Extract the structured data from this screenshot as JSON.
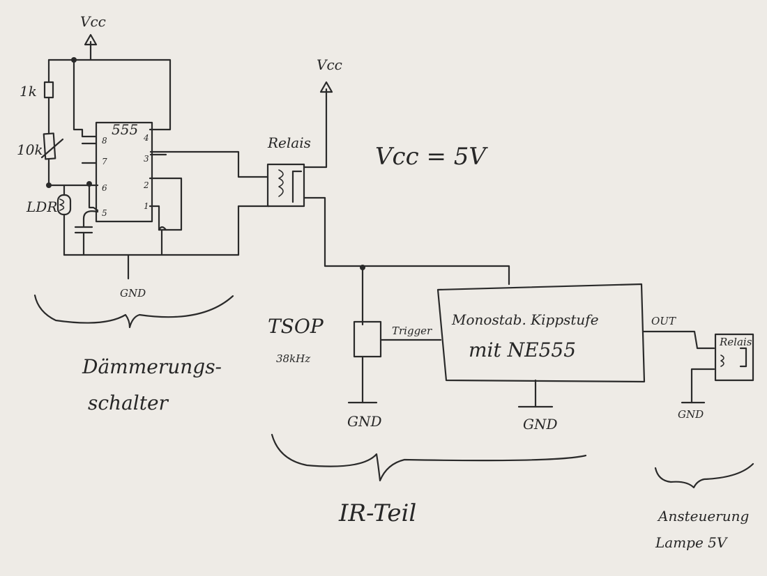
{
  "labels": {
    "vcc_top_left": "Vcc",
    "vcc_relay": "Vcc",
    "vcc_equation": "Vcc = 5V",
    "r_1k": "1k",
    "r_10k": "10k",
    "ldr": "LDR",
    "ic_555": "555",
    "pin_8": "8",
    "pin_7": "7",
    "pin_6": "6",
    "pin_5": "5",
    "pin_4": "4",
    "pin_3": "3",
    "pin_2": "2",
    "pin_1": "1",
    "relay_1": "Relais",
    "gnd_1": "GND",
    "section_daemmerung_1": "Dämmerungs-",
    "section_daemmerung_2": "schalter",
    "tsop": "TSOP",
    "tsop_freq": "38kHz",
    "trigger": "Trigger",
    "mono_1": "Monostab. Kippstufe",
    "mono_2": "mit NE555",
    "out": "OUT",
    "relay_2": "Relais",
    "gnd_2": "GND",
    "gnd_3": "GND",
    "gnd_4": "GND",
    "section_ir": "IR-Teil",
    "section_lamp_1": "Ansteuerung",
    "section_lamp_2": "Lampe 5V"
  },
  "colors": {
    "paper": "#eeebe6",
    "ink": "#2a2a2a"
  }
}
